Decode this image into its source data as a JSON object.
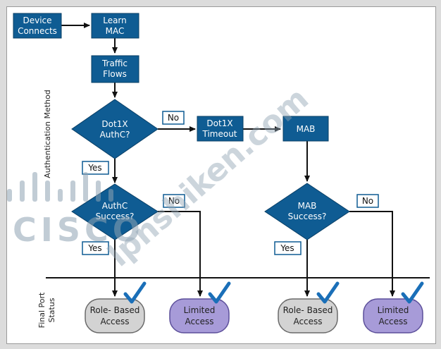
{
  "colors": {
    "box_fill": "#0f5c93",
    "box_stroke": "#0a3f66",
    "arrow": "#111111",
    "role_based_fill": "#d3d3d3",
    "limited_fill": "#a79bd8",
    "check": "#1a6fb8",
    "watermark": "#8fa3b3"
  },
  "labels": {
    "device_connects": [
      "Device",
      "Connects"
    ],
    "learn_mac": [
      "Learn",
      "MAC"
    ],
    "traffic_flows": [
      "Traffic",
      "Flows"
    ],
    "dot1x_authc": [
      "Dot1X",
      "AuthC?"
    ],
    "dot1x_timeout": [
      "Dot1X",
      "Timeout"
    ],
    "mab": [
      "MAB"
    ],
    "authc_success": [
      "AuthC",
      "Success?"
    ],
    "mab_success": [
      "MAB",
      "Success?"
    ],
    "role_based_1": [
      "Role- Based",
      "Access"
    ],
    "limited_1": [
      "Limited",
      "Access"
    ],
    "role_based_2": [
      "Role- Based",
      "Access"
    ],
    "limited_2": [
      "Limited",
      "Access"
    ]
  },
  "edge_labels": {
    "no_dot1x": "No",
    "yes_dot1x": "Yes",
    "no_authc": "No",
    "yes_authc": "Yes",
    "no_mab": "No",
    "yes_mab": "Yes"
  },
  "axis_labels": {
    "authentication_method": "Authentication Method",
    "final_port_status": [
      "Final Port",
      "Status"
    ]
  },
  "watermarks": {
    "site": "lpnshiken.com",
    "cisco": "CISCO"
  }
}
